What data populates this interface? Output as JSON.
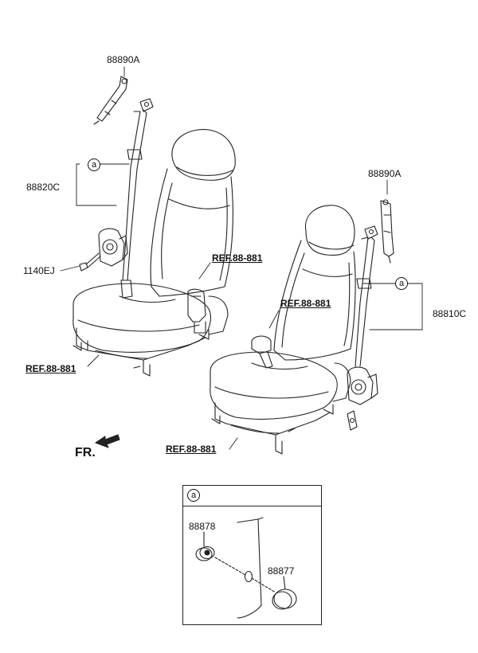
{
  "labels": {
    "upper_anchor_left": "88890A",
    "belt_left": "88820C",
    "bolt": "1140EJ",
    "upper_anchor_right": "88890A",
    "belt_right": "88810C",
    "cap_a": "88878",
    "cap_b": "88877"
  },
  "refs": {
    "buckle_left": "REF.88-881",
    "rail_left": "REF.88-881",
    "buckle_right": "REF.88-881",
    "rail_right": "REF.88-881"
  },
  "callout": {
    "letter": "a"
  },
  "front": {
    "text": "FR."
  },
  "inset": {
    "title_letter": "a"
  }
}
